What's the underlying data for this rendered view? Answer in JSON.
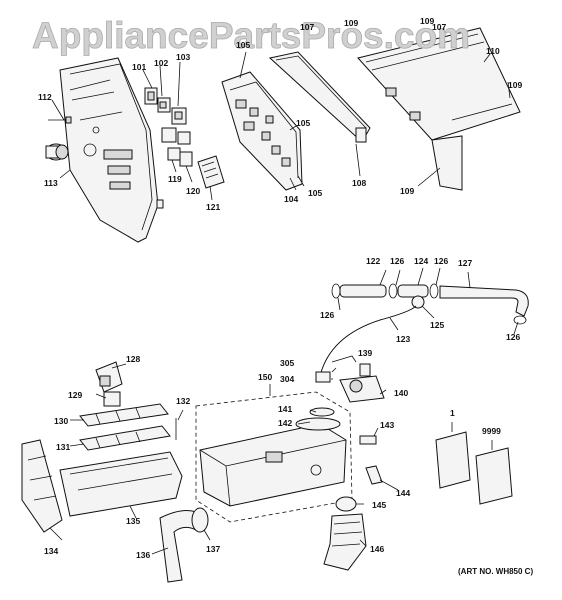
{
  "watermark": "AppliancePartsPros.com",
  "art_number": "(ART NO. WH850 C)",
  "callouts": {
    "c1": "1",
    "c9999": "9999",
    "c101": "101",
    "c102": "102",
    "c103": "103",
    "c104": "104",
    "c105a": "105",
    "c105b": "105",
    "c105c": "105",
    "c107a": "107",
    "c107b": "107",
    "c108": "108",
    "c109a": "109",
    "c109b": "109",
    "c109c": "109",
    "c109d": "109",
    "c110": "110",
    "c112": "112",
    "c113": "113",
    "c119": "119",
    "c120": "120",
    "c121": "121",
    "c122": "122",
    "c123": "123",
    "c124": "124",
    "c125": "125",
    "c126a": "126",
    "c126b": "126",
    "c126c": "126",
    "c126d": "126",
    "c127": "127",
    "c128": "128",
    "c129": "129",
    "c130": "130",
    "c131": "131",
    "c132": "132",
    "c134": "134",
    "c135": "135",
    "c136": "136",
    "c137": "137",
    "c139": "139",
    "c140": "140",
    "c141": "141",
    "c142": "142",
    "c143": "143",
    "c144": "144",
    "c145": "145",
    "c146": "146",
    "c150": "150",
    "c304": "304",
    "c305": "305"
  }
}
